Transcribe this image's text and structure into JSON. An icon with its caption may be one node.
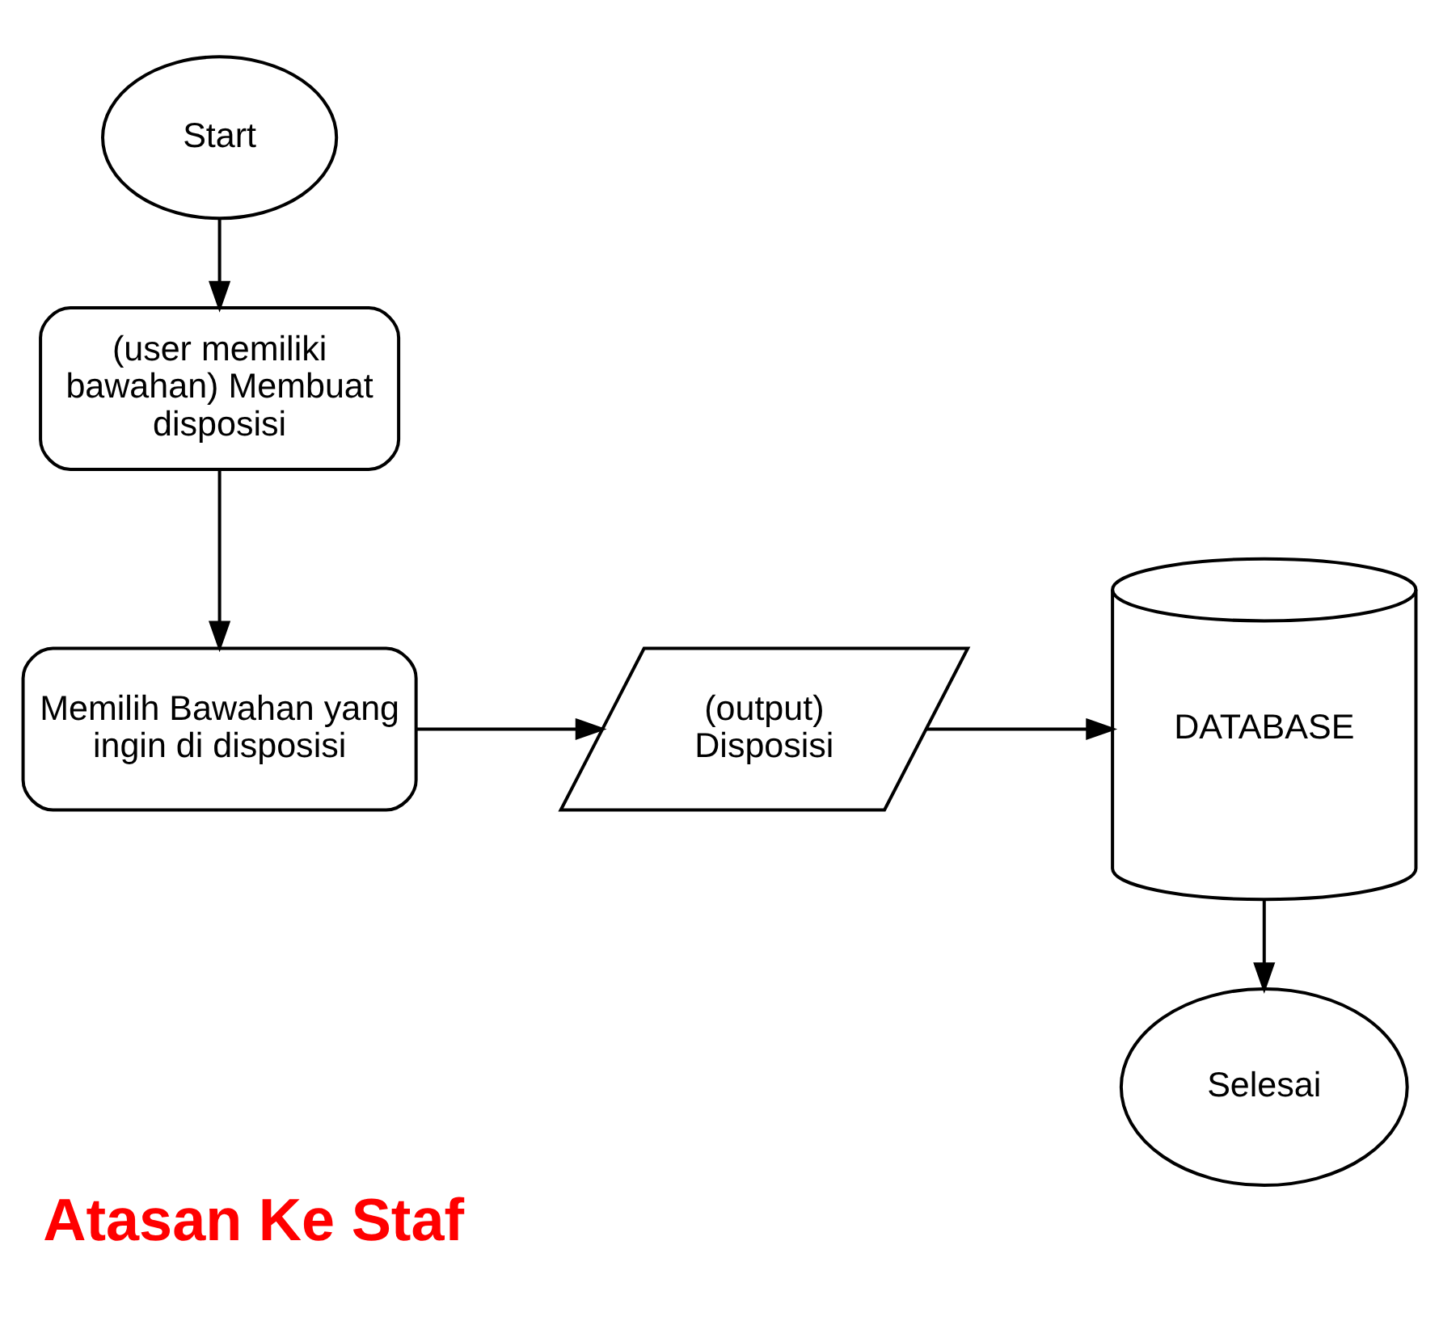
{
  "diagram": {
    "caption": "Atasan Ke Staf",
    "nodes": [
      {
        "text": [
          "Start"
        ]
      },
      {
        "text": [
          "(user memiliki bawahan) Membuat disposisi"
        ]
      },
      {
        "text": [
          "Memilih Bawahan yang ingin di disposisi"
        ]
      },
      {
        "text": [
          "(output) Disposisi"
        ]
      },
      {
        "text": [
          "DATABASE"
        ]
      },
      {
        "text": [
          "Selesai"
        ]
      }
    ],
    "edges": [
      {
        "from": 0,
        "to": 1,
        "arrow": "to"
      },
      {
        "from": 1,
        "to": 2,
        "arrow": "to"
      },
      {
        "from": 2,
        "to": 3,
        "arrow": "to"
      },
      {
        "from": 3,
        "to": 4,
        "arrow": "to"
      },
      {
        "from": 4,
        "to": 5,
        "arrow": "to"
      }
    ]
  }
}
